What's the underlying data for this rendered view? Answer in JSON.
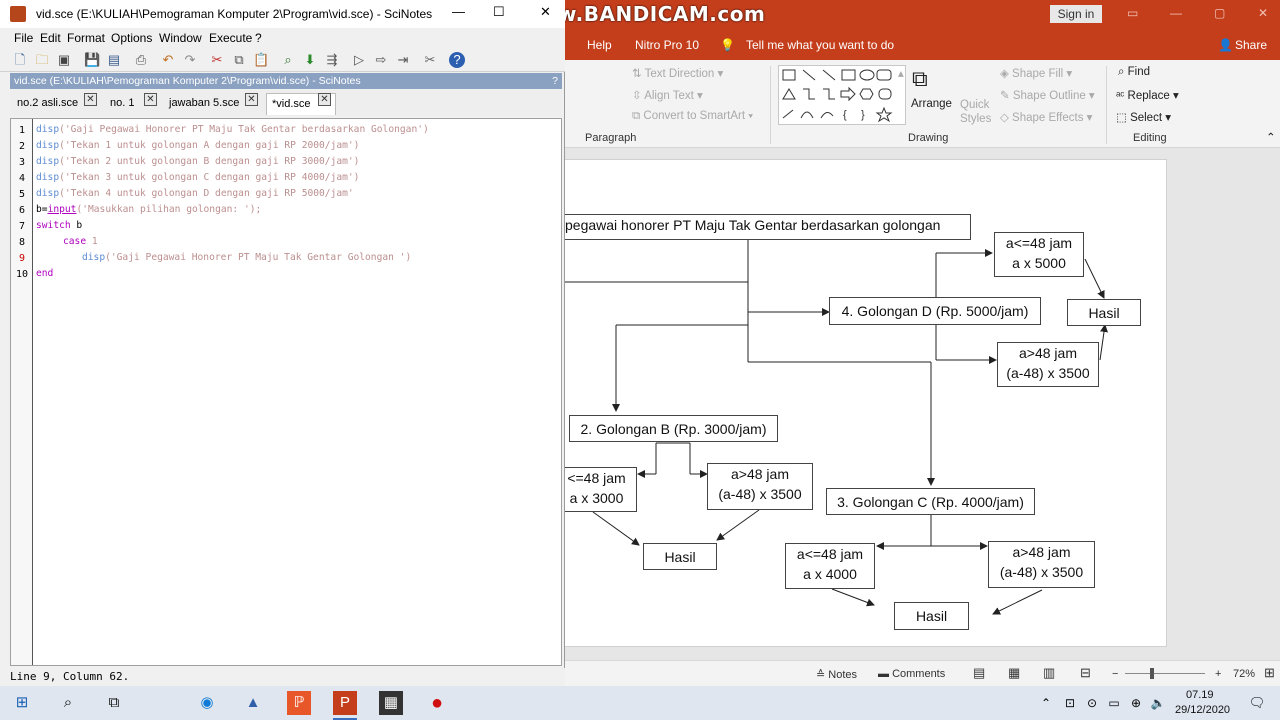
{
  "powerpoint": {
    "signin": "Sign in",
    "watermark": "www.BANDICAM.com",
    "menu": [
      "Help",
      "Nitro Pro 10",
      "Tell me what you want to do",
      "Share"
    ],
    "ribbon": {
      "text_direction": "Text Direction",
      "align_text": "Align Text",
      "convert_smartart": "Convert to SmartArt",
      "arrange": "Arrange",
      "quick_styles": "Quick Styles",
      "shape_fill": "Shape Fill",
      "shape_outline": "Shape Outline",
      "shape_effects": "Shape Effects",
      "find": "Find",
      "replace": "Replace",
      "select": "Select",
      "groups": [
        "Paragraph",
        "Drawing",
        "Editing"
      ]
    },
    "slide": {
      "title_box": "pegawai honorer PT Maju Tak Gentar berdasarkan golongan",
      "gol_d": "4. Golongan D (Rp. 5000/jam)",
      "d_le": [
        "a<=48 jam",
        "a x 5000"
      ],
      "d_gt": [
        "a>48 jam",
        "(a-48) x 3500"
      ],
      "d_hasil": "Hasil",
      "gol_b": "2. Golongan B (Rp. 3000/jam)",
      "b_le": [
        "<=48 jam",
        "a x 3000"
      ],
      "b_gt": [
        "a>48 jam",
        "(a-48) x 3500"
      ],
      "b_hasil": "Hasil",
      "gol_c": "3. Golongan C (Rp. 4000/jam)",
      "c_le": [
        "a<=48 jam",
        "a x 4000"
      ],
      "c_gt": [
        "a>48 jam",
        "(a-48) x 3500"
      ],
      "c_hasil": "Hasil"
    },
    "status": {
      "notes": "Notes",
      "comments": "Comments",
      "zoom": "72%"
    }
  },
  "scinotes": {
    "title": "vid.sce (E:\\KULIAH\\Pemograman Komputer 2\\Program\\vid.sce) - SciNotes",
    "menu": [
      "File",
      "Edit",
      "Format",
      "Options",
      "Window",
      "Execute",
      "?"
    ],
    "docbar": "vid.sce (E:\\KULIAH\\Pemograman Komputer 2\\Program\\vid.sce) - SciNotes",
    "tabs": [
      "no.2 asli.sce",
      "no. 1",
      "jawaban 5.sce",
      "*vid.sce"
    ],
    "line_numbers": [
      "1",
      "2",
      "3",
      "4",
      "5",
      "6",
      "7",
      "8",
      "9",
      "10"
    ],
    "code": {
      "l1_fn": "disp",
      "l1_str": "('Gaji Pegawai Honorer PT Maju Tak Gentar berdasarkan Golongan')",
      "l2_fn": "disp",
      "l2_str": "('Tekan 1 untuk golongan A dengan gaji RP 2000/jam')",
      "l3_fn": "disp",
      "l3_str": "('Tekan 2 untuk golongan B dengan gaji RP 3000/jam')",
      "l4_fn": "disp",
      "l4_str": "('Tekan 3 untuk golongan C dengan gaji RP 4000/jam')",
      "l5_fn": "disp",
      "l5_str": "('Tekan 4 untuk golongan D dengan gaji RP 5000/jam'",
      "l6_var": "b=",
      "l6_fn": "input",
      "l6_str": "('Masukkan pilihan golongan: ');",
      "l7_kw": "switch",
      "l7_var": " b",
      "l8_kw": "case",
      "l8_num": " 1",
      "l9_fn": "disp",
      "l9_str": "('Gaji Pegawai Honorer PT Maju Tak Gentar Golongan ')",
      "l10_kw": "end"
    },
    "status": "Line 9, Column 62."
  },
  "taskbar": {
    "time": "07.19",
    "date": "29/12/2020"
  },
  "colors": {
    "ppt_red": "#c43e1c",
    "keyword": "#ae00be",
    "function": "#5e8bd4",
    "string": "#bc8f8f"
  }
}
